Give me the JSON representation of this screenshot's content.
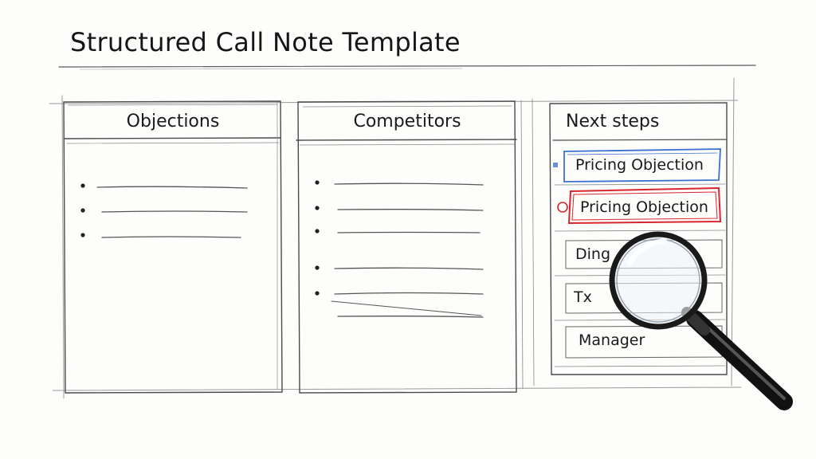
{
  "title": "Structured Call Note Template",
  "columns": [
    {
      "heading": "Objections"
    },
    {
      "heading": "Competitors"
    },
    {
      "heading": "Next steps"
    }
  ],
  "next_steps": [
    {
      "label": "Pricing Objection",
      "highlight": "#3b6fd1"
    },
    {
      "label": "Pricing Objection",
      "highlight": "#d8262c"
    },
    {
      "label": "Ding"
    },
    {
      "label": "Tx"
    },
    {
      "label": "Manager"
    }
  ],
  "icons": [
    "magnifying-glass-icon"
  ]
}
